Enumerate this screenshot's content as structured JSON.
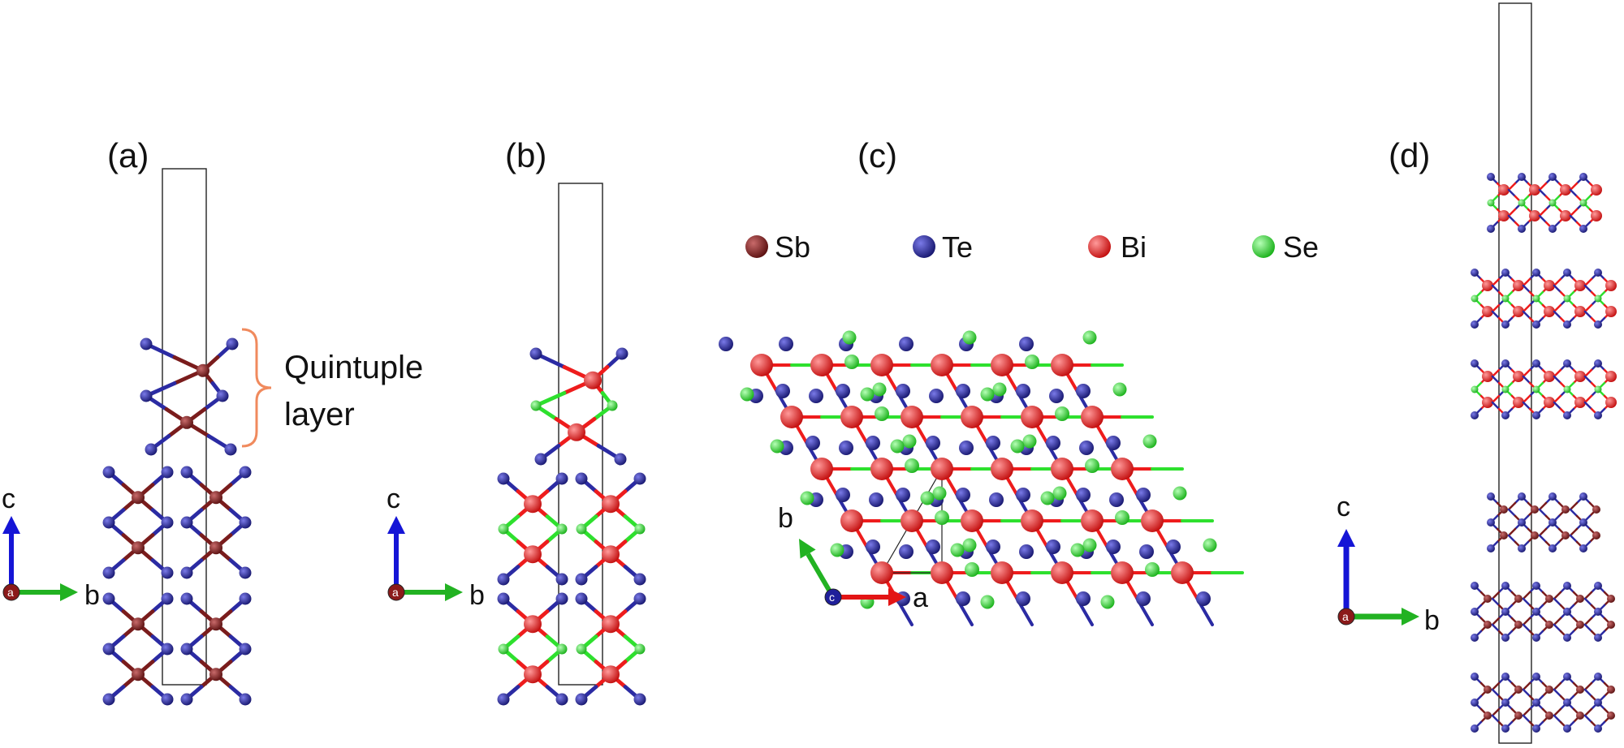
{
  "panels": [
    {
      "label": "(a)"
    },
    {
      "label": "(b)"
    },
    {
      "label": "(c)"
    },
    {
      "label": "(d)"
    }
  ],
  "legend": [
    {
      "label": "Sb",
      "color": "#7a1c1c"
    },
    {
      "label": "Te",
      "color": "#2b2ba3"
    },
    {
      "label": "Bi",
      "color": "#ee1c1c"
    },
    {
      "label": "Se",
      "color": "#2ee02e"
    }
  ],
  "annotation": {
    "line1": "Quintuple",
    "line2": "layer",
    "bracket_color": "#f08a5d"
  },
  "axes": {
    "a_label": "a",
    "b_label": "b",
    "c_label": "c",
    "a_color": "#e31515",
    "b_color": "#22b222",
    "c_color": "#1515d6",
    "origin_a_color": "#8b1a1a",
    "origin_c_color": "#1f1f9a",
    "origin_a_text": "a",
    "origin_c_text": "c"
  },
  "colors": {
    "Sb": "#7a1c1c",
    "Te": "#2b2ba3",
    "Bi": "#ee1c1c",
    "Se": "#2ee02e"
  }
}
